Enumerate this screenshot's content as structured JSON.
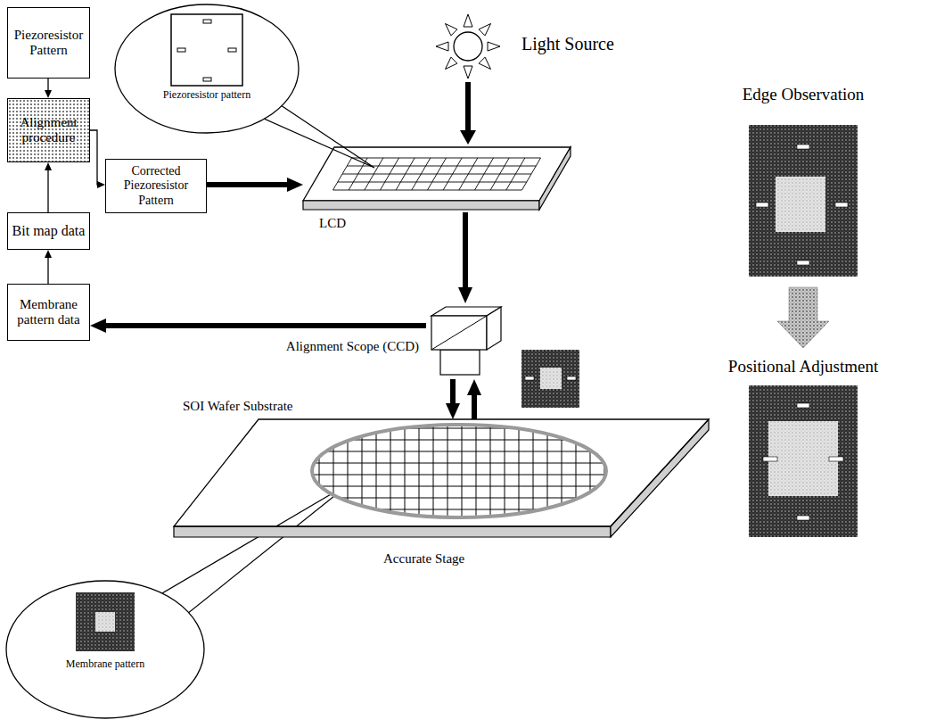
{
  "diagram": {
    "nodes": [
      {
        "text": [
          "Piezoresistor Pattern"
        ]
      },
      {
        "text": [
          "Piezoresistor pattern"
        ]
      },
      {
        "text": [
          "Alignment procedure"
        ]
      },
      {
        "text": [
          "Corrected Piezoresistor Pattern"
        ]
      },
      {
        "text": [
          "LCD"
        ]
      },
      {
        "text": [
          "Bit map data"
        ]
      },
      {
        "text": [
          "Alignment Scope (CCD)"
        ]
      },
      {
        "text": [
          "Membrane pattern data"
        ]
      },
      {
        "text": [
          "SOI Wafer Substrate",
          "Accurate Stage"
        ]
      },
      {
        "text": [
          "Membrane pattern"
        ]
      }
    ],
    "edges": [
      {
        "from": 0,
        "to": 2,
        "arrow": "to"
      },
      {
        "from": 5,
        "to": 2,
        "arrow": "to"
      },
      {
        "from": 7,
        "to": 5,
        "arrow": "to"
      },
      {
        "from": 2,
        "to": 3,
        "arrow": "to"
      },
      {
        "from": 3,
        "to": 4,
        "arrow": "to"
      },
      {
        "from": 4,
        "to": 6,
        "arrow": "to"
      },
      {
        "from": 6,
        "to": 8,
        "arrow": "to"
      },
      {
        "from": 8,
        "to": 6,
        "arrow": "to"
      },
      {
        "from": 6,
        "to": 7,
        "arrow": "to"
      }
    ],
    "labels": [
      "Light Source",
      "Edge Observation",
      "Positional Adjustment"
    ]
  }
}
